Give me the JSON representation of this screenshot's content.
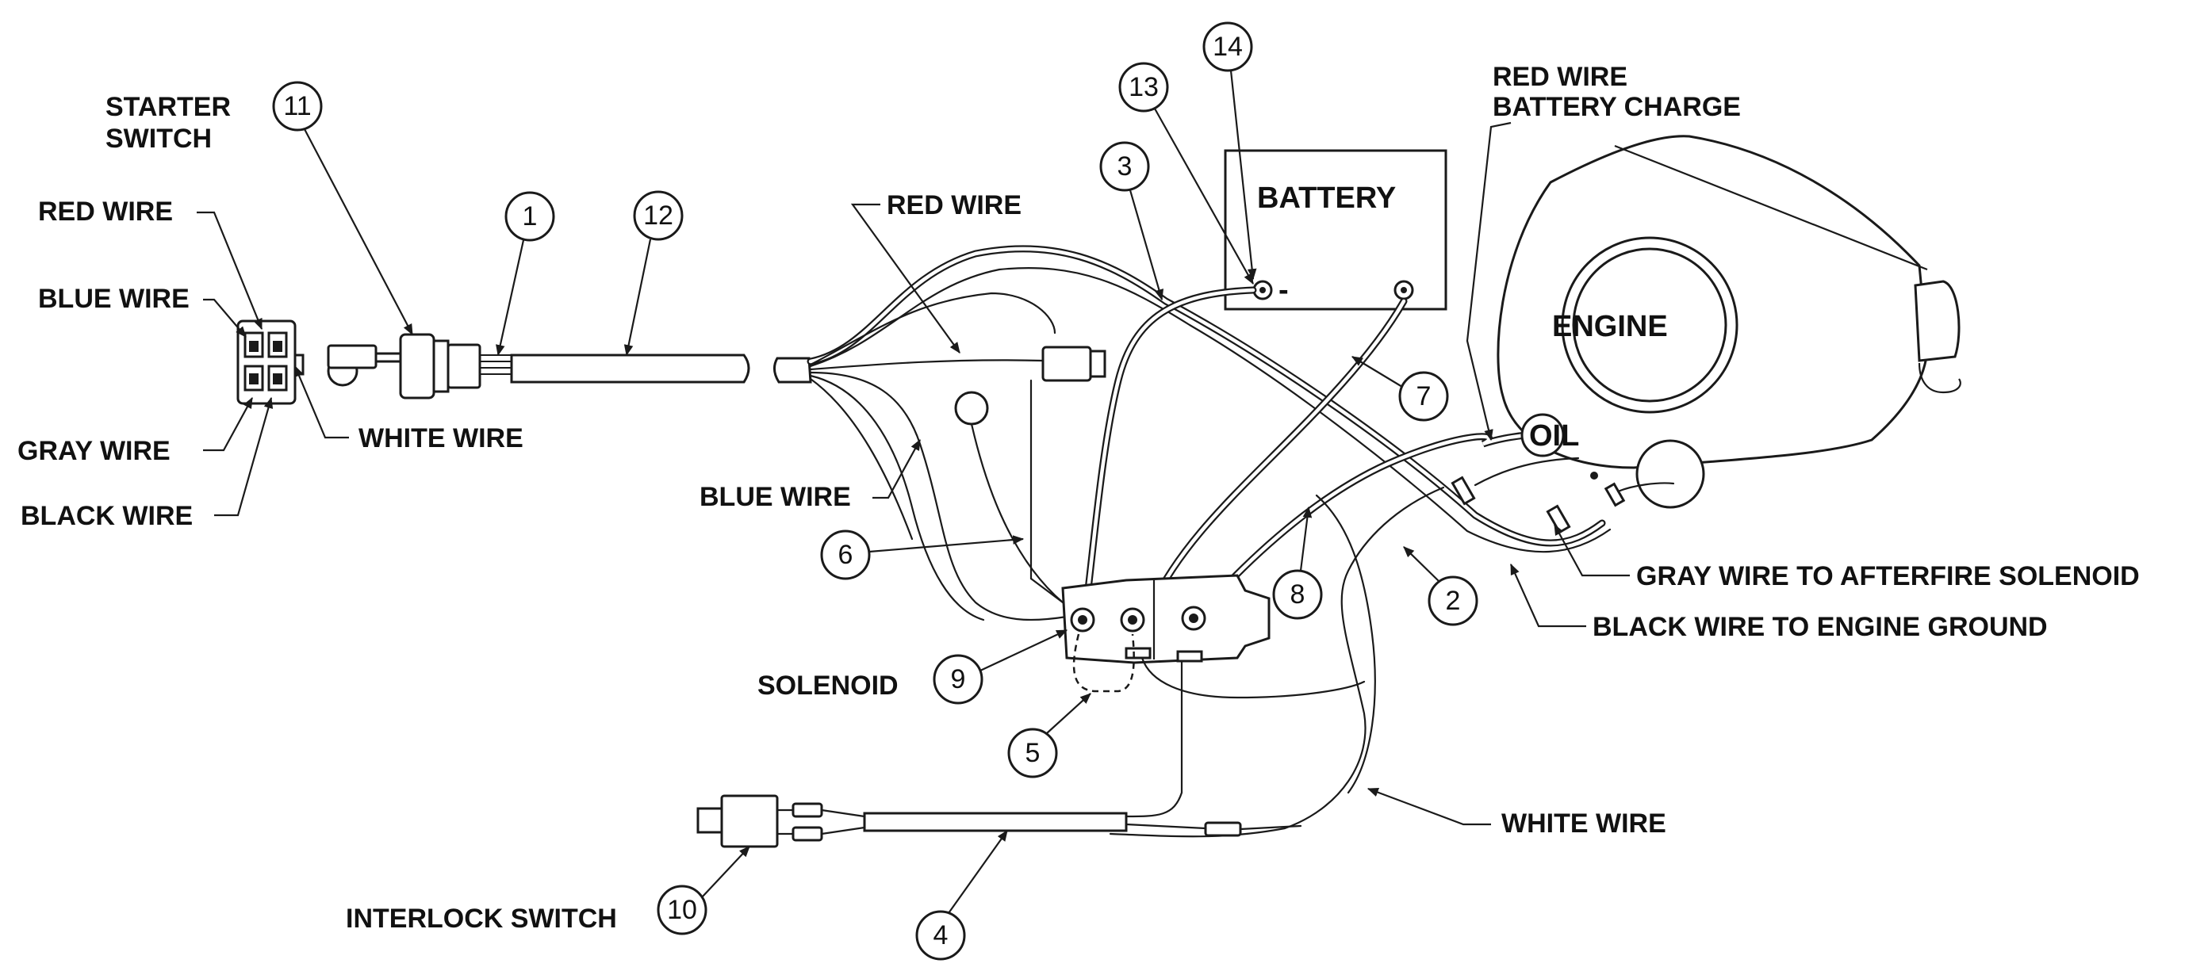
{
  "labels": {
    "starter_switch_line1": "STARTER",
    "starter_switch_line2": "SWITCH",
    "red_wire_connector": "RED WIRE",
    "blue_wire_connector": "BLUE WIRE",
    "gray_wire_connector": "GRAY WIRE",
    "black_wire_connector": "BLACK WIRE",
    "white_wire_connector": "WHITE WIRE",
    "red_wire": "RED WIRE",
    "blue_wire": "BLUE WIRE",
    "battery": "BATTERY",
    "battery_negative": "-",
    "red_wire_battery_charge_line1": "RED WIRE",
    "red_wire_battery_charge_line2": "BATTERY CHARGE",
    "engine": "ENGINE",
    "oil": "OIL",
    "gray_wire_afterfire": "GRAY WIRE TO AFTERFIRE SOLENOID",
    "black_wire_ground": "BLACK WIRE TO ENGINE GROUND",
    "solenoid": "SOLENOID",
    "white_wire": "WHITE WIRE",
    "interlock_switch": "INTERLOCK SWITCH"
  },
  "callouts": {
    "c1": "1",
    "c2": "2",
    "c3": "3",
    "c4": "4",
    "c5": "5",
    "c6": "6",
    "c7": "7",
    "c8": "8",
    "c9": "9",
    "c10": "10",
    "c11": "11",
    "c12": "12",
    "c13": "13",
    "c14": "14"
  }
}
